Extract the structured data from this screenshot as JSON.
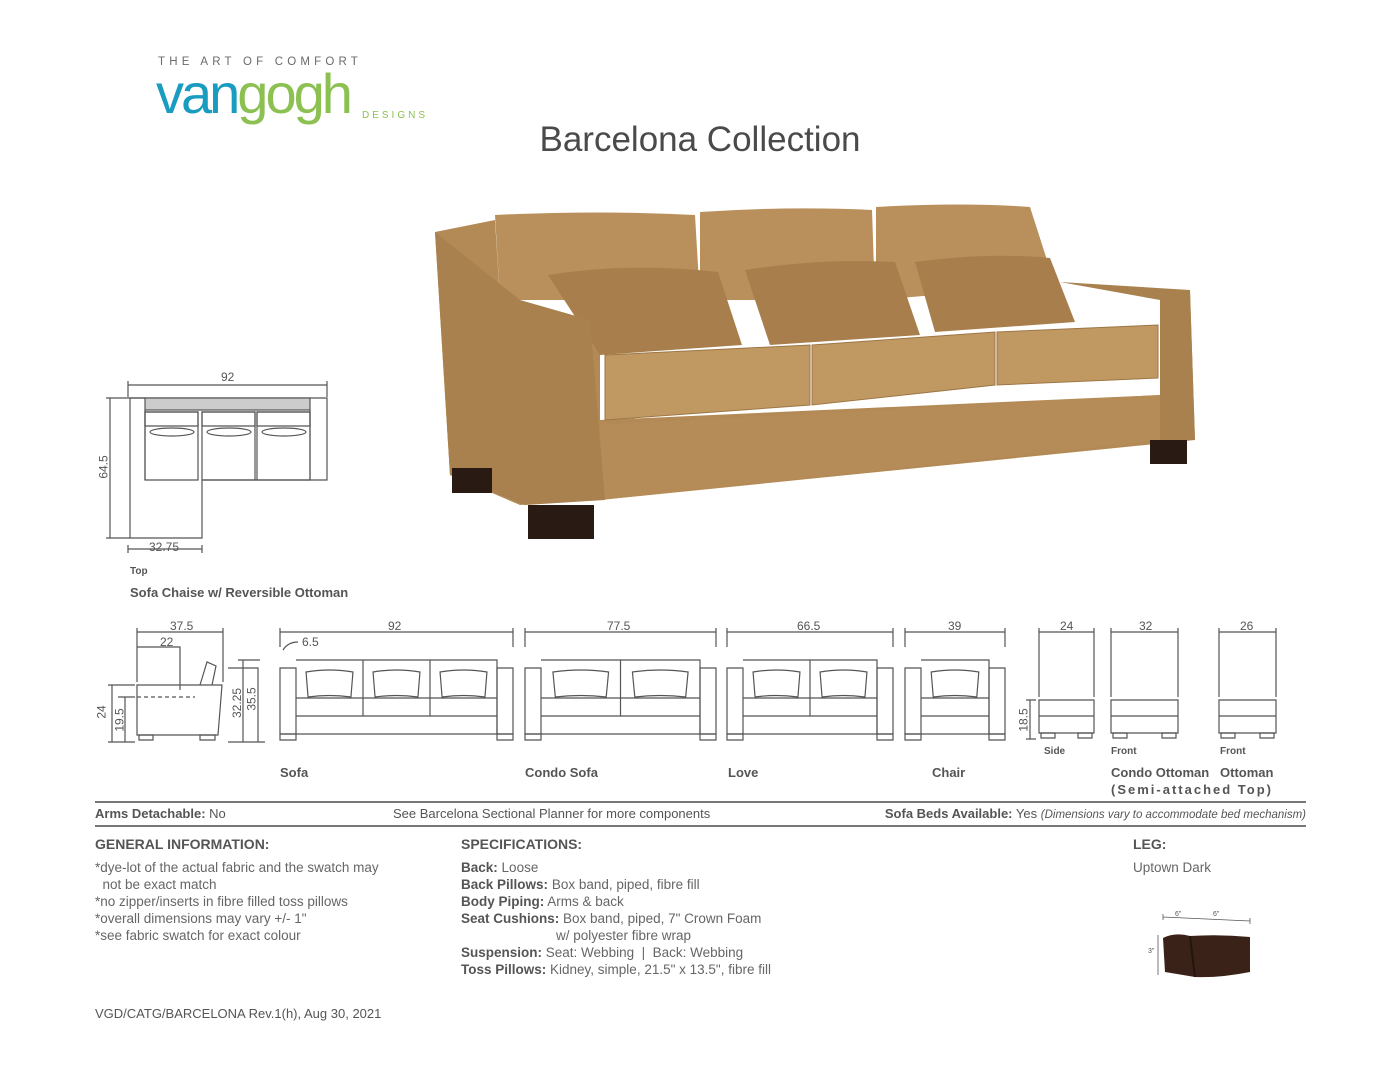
{
  "header": {
    "tagline": "THE ART OF COMFORT",
    "brand_part1": "van",
    "brand_part2": "gogh",
    "brand_sub": "DESIGNS",
    "title": "Barcelona Collection"
  },
  "colors": {
    "brand_blue": "#1a9cc0",
    "brand_green": "#8cc152",
    "fabric": "#b8905c",
    "leg": "#2a1a14"
  },
  "chaise": {
    "width": "92",
    "depth": "64.5",
    "chaise_width": "32.75",
    "view": "Top",
    "label": "Sofa Chaise w/ Reversible Ottoman"
  },
  "profile": {
    "depth": "37.5",
    "seat_depth": "22",
    "arm_height": "24",
    "seat_height": "19.5",
    "back_height": "32.25",
    "overall_height": "35.5"
  },
  "front": {
    "sofa": {
      "width": "92",
      "arm": "6.5",
      "label": "Sofa"
    },
    "condo": {
      "width": "77.5",
      "label": "Condo Sofa"
    },
    "love": {
      "width": "66.5",
      "label": "Love"
    },
    "chair": {
      "width": "39",
      "label": "Chair"
    },
    "ottoman_height": "18.5",
    "condo_ottoman": {
      "side_width": "24",
      "front_width": "32",
      "side_view": "Side",
      "front_view": "Front",
      "label": "Condo Ottoman",
      "sub": "(Semi-attached Top)"
    },
    "ottoman": {
      "width": "26",
      "view": "Front",
      "label": "Ottoman"
    }
  },
  "bar": {
    "arms_label": "Arms Detachable:",
    "arms_value": "No",
    "planner": "See Barcelona Sectional Planner for more components",
    "beds_label": "Sofa Beds Available:",
    "beds_value": "Yes",
    "beds_note": "(Dimensions vary to accommodate bed mechanism)"
  },
  "general": {
    "heading": "GENERAL INFORMATION:",
    "lines": [
      "*dye-lot of the actual fabric and the swatch may",
      "  not be exact match",
      "*no zipper/inserts in fibre filled toss pillows",
      "*overall dimensions may vary +/- 1\"",
      "*see fabric swatch for exact colour"
    ]
  },
  "specs": {
    "heading": "SPECIFICATIONS:",
    "items": [
      {
        "label": "Back:",
        "value": "Loose"
      },
      {
        "label": "Back Pillows:",
        "value": "Box band, piped, fibre fill"
      },
      {
        "label": "Body Piping:",
        "value": "Arms & back"
      },
      {
        "label": "Seat Cushions:",
        "value": "Box band, piped, 7\" Crown Foam"
      },
      {
        "label": "",
        "value": "w/ polyester fibre wrap"
      },
      {
        "label": "Suspension:",
        "value": "Seat: Webbing  |  Back: Webbing"
      },
      {
        "label": "Toss Pillows:",
        "value": "Kidney, simple, 21.5\" x 13.5\", fibre fill"
      }
    ]
  },
  "leg": {
    "heading": "LEG:",
    "value": "Uptown Dark",
    "dim_a": "6\"",
    "dim_b": "6\"",
    "dim_h": "3\""
  },
  "footer": {
    "code": "VGD/CATG/BARCELONA Rev.1(h), Aug 30, 2021"
  }
}
